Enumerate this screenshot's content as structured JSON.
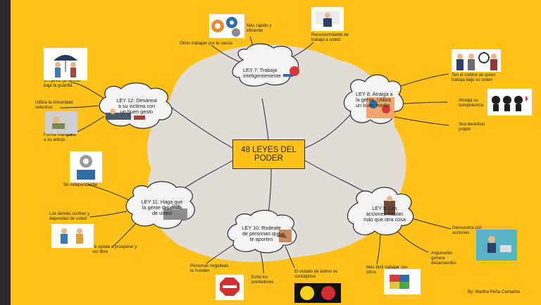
{
  "title": "48 LEYES DEL PODER",
  "credit": "By: Martha Peña Camacho",
  "colors": {
    "background": "#ffc21a",
    "stripe": "#2b2b2b",
    "cloud": "#f3f3f3",
    "blob": "#e1dcd6",
    "line": "#2a2a2a"
  },
  "laws": {
    "ley7": "LEY 7: Trabaja\ninteligentemente",
    "ley8": "LEY 8: Atraiga a\nla gente. Utiliza\nun buen medio",
    "ley9": "LEY 9: Las\nacciones hablan\nmás que otra cosa",
    "ley10": "LEY 10: Rodeate\nde personas que\nte aporten",
    "ley11": "LEY 11: Haga que\nla gente dependa\nde usted",
    "ley12": "LEY 12: Desarma\na su victima con\nun buen gesto"
  },
  "notes": {
    "mas_rapido": "Más rápido y\neficiente",
    "otros_trabajan": "Otros trabajan por tu causa",
    "reconocimiento": "Reconocimiento de\ntrabajo a usted",
    "ten_control": "Ten el control de quien\ntrabaja bajo su orden",
    "atraiga": "Atraiga su\ncompetencia",
    "beneficio": "Sea beneficio\npropio",
    "demuestra": "Demuestra con\nacciones",
    "argumento": "Argumento\ngenera\ndesacuerdos",
    "mas_facil": "Más fácil trabajar con\notros",
    "personas_negativas": "Personas negativas\nte hunden",
    "evita": "Evita los\nperdedores",
    "estado_animo": "El estado de ánimo es\ncontagioso",
    "independiente": "Sé independiente",
    "demas_confian": "Los demás confían y\ndependan de usted",
    "te_ayuda": "Te ayuda a prosperar y\nser libre",
    "un_gesto": "Un gesto generoso\nbaja la guardia",
    "sinceridad": "Utiliza la sinceridad\nselectiva",
    "manipular": "Forma manipular\na su antojo"
  },
  "icons": {
    "gears": "gears-icon",
    "businessman": "businessman-icon",
    "umbrella": "umbrella-handshake-icon",
    "chair": "relaxing-man-icon",
    "meeting": "meeting-icon",
    "team": "team-icon",
    "chess": "chess-pieces-icon",
    "ley8_img": "hands-icon",
    "gear_head": "gear-head-icon",
    "collab": "collaboration-icon",
    "laptop": "laptop-man-icon",
    "puzzle": "puzzle-hands-icon",
    "stop": "stop-sign-icon",
    "smileys": "smileys-icon"
  }
}
